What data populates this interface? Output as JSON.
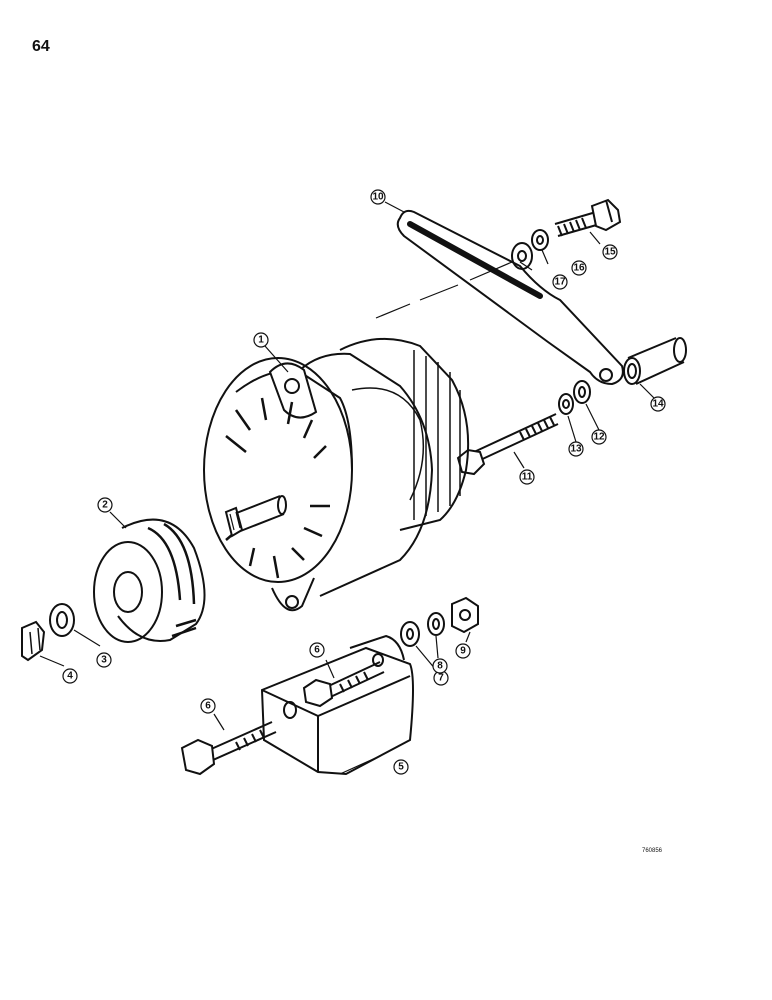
{
  "page": {
    "number": "64",
    "drawing_code": "760856"
  },
  "callouts": [
    {
      "label": "1",
      "part": "alternator"
    },
    {
      "label": "2",
      "part": "pulley"
    },
    {
      "label": "3",
      "part": "lock-washer"
    },
    {
      "label": "4",
      "part": "nut"
    },
    {
      "label": "5",
      "part": "mounting-bracket"
    },
    {
      "label": "6",
      "part": "bolt"
    },
    {
      "label": "6",
      "part": "bolt"
    },
    {
      "label": "7",
      "part": "flat-washer"
    },
    {
      "label": "8",
      "part": "lock-washer"
    },
    {
      "label": "9",
      "part": "nut"
    },
    {
      "label": "10",
      "part": "adjusting-strap"
    },
    {
      "label": "11",
      "part": "long-bolt"
    },
    {
      "label": "12",
      "part": "flat-washer"
    },
    {
      "label": "13",
      "part": "lock-washer"
    },
    {
      "label": "14",
      "part": "spacer"
    },
    {
      "label": "15",
      "part": "bolt"
    },
    {
      "label": "16",
      "part": "lock-washer"
    },
    {
      "label": "17",
      "part": "flat-washer"
    }
  ]
}
